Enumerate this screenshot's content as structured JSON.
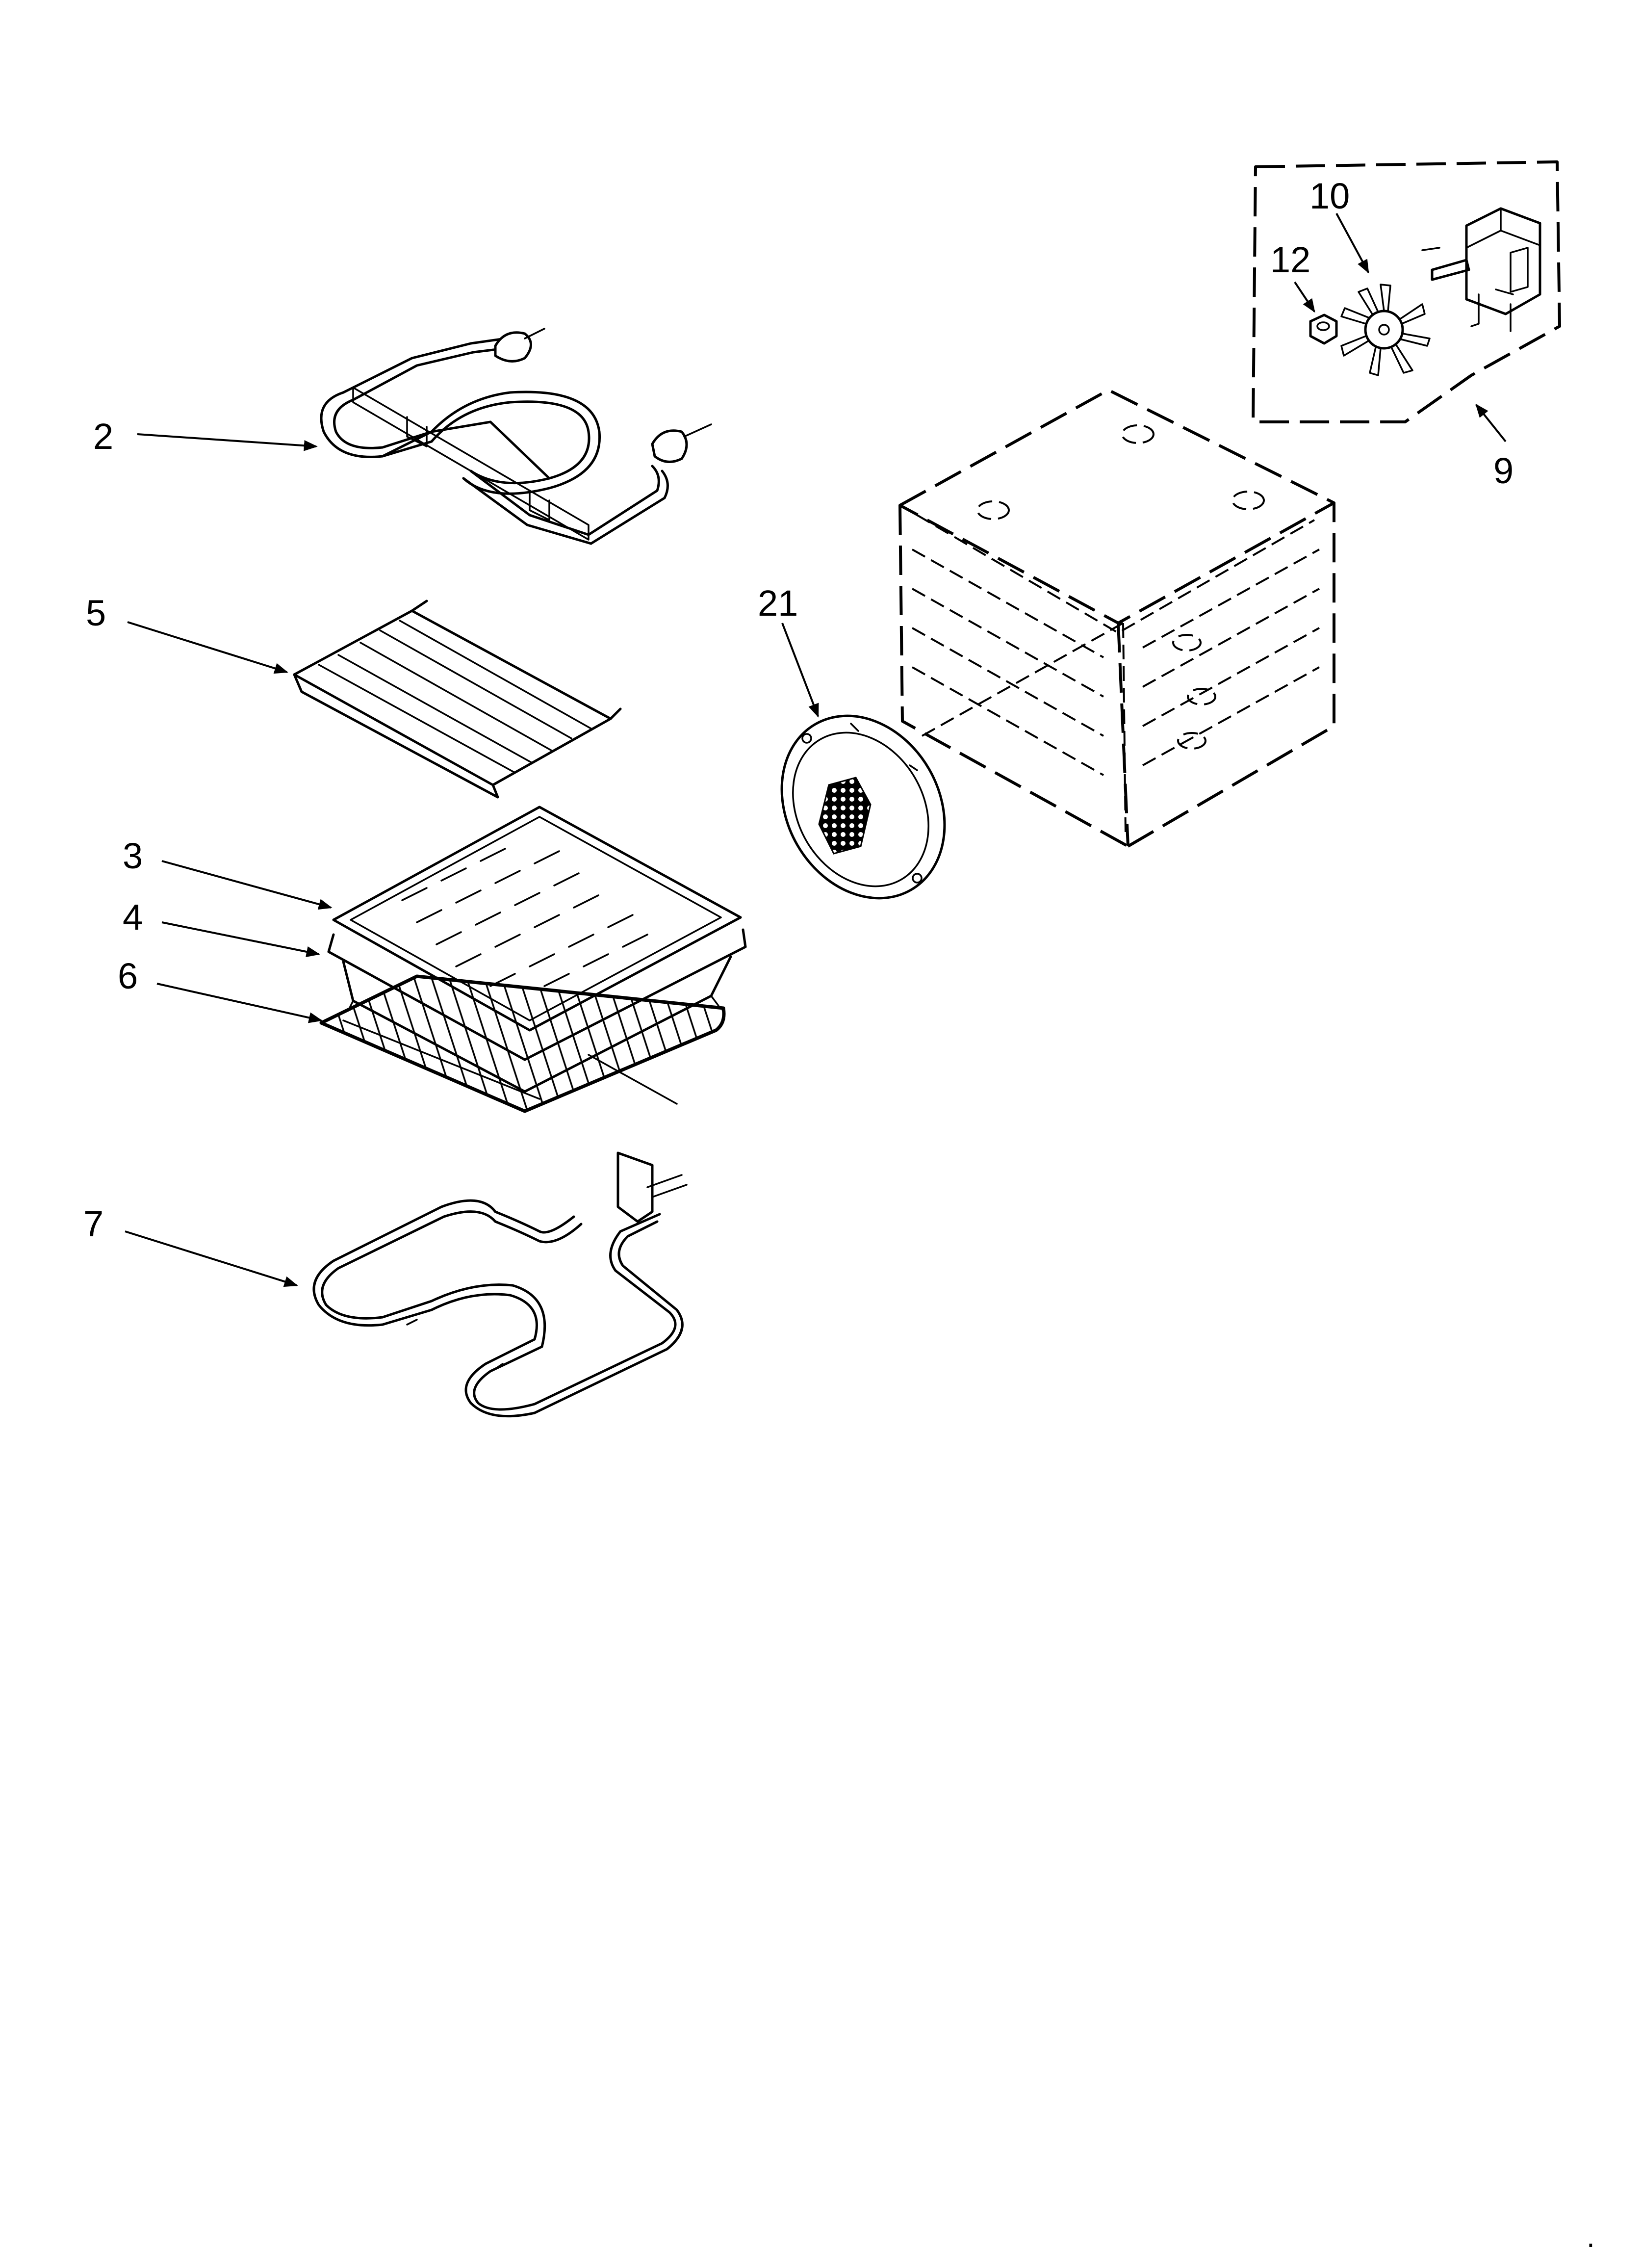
{
  "callouts": [
    {
      "id": "2",
      "label": "2"
    },
    {
      "id": "5",
      "label": "5"
    },
    {
      "id": "3",
      "label": "3"
    },
    {
      "id": "4",
      "label": "4"
    },
    {
      "id": "6",
      "label": "6"
    },
    {
      "id": "7",
      "label": "7"
    },
    {
      "id": "21",
      "label": "21"
    },
    {
      "id": "9",
      "label": "9"
    },
    {
      "id": "10",
      "label": "10"
    },
    {
      "id": "12",
      "label": "12"
    }
  ],
  "corner_mark": "."
}
